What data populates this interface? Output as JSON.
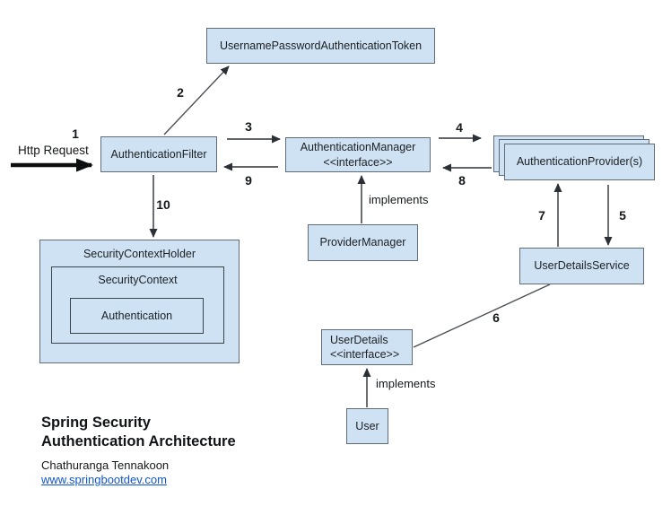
{
  "diagram": {
    "boxes": {
      "token": {
        "label": "UsernamePasswordAuthenticationToken"
      },
      "filter": {
        "label": "AuthenticationFilter"
      },
      "manager": {
        "label": "AuthenticationManager",
        "stereotype": "<<interface>>"
      },
      "providers": {
        "label": "AuthenticationProvider(s)"
      },
      "provider_manager": {
        "label": "ProviderManager"
      },
      "security_context_holder": {
        "label": "SecurityContextHolder"
      },
      "security_context": {
        "label": "SecurityContext"
      },
      "authentication": {
        "label": "Authentication"
      },
      "user_details_service": {
        "label": "UserDetailsService"
      },
      "user_details": {
        "label": "UserDetails",
        "stereotype": "<<interface>>"
      },
      "user": {
        "label": "User"
      }
    },
    "edge_labels": {
      "http_request": "Http Request",
      "implements_provider_manager": "implements",
      "implements_user": "implements"
    },
    "steps": {
      "s1": "1",
      "s2": "2",
      "s3": "3",
      "s4": "4",
      "s5": "5",
      "s6": "6",
      "s7": "7",
      "s8": "8",
      "s9": "9",
      "s10": "10"
    }
  },
  "footer": {
    "title_line1": "Spring Security",
    "title_line2": "Authentication Architecture",
    "author": "Chathuranga Tennakoon",
    "website": "www.springbootdev.com"
  },
  "colors": {
    "box_fill": "#cfe2f3",
    "box_border": "#5f6b76",
    "line": "#4a4f54",
    "link": "#1155cc"
  }
}
